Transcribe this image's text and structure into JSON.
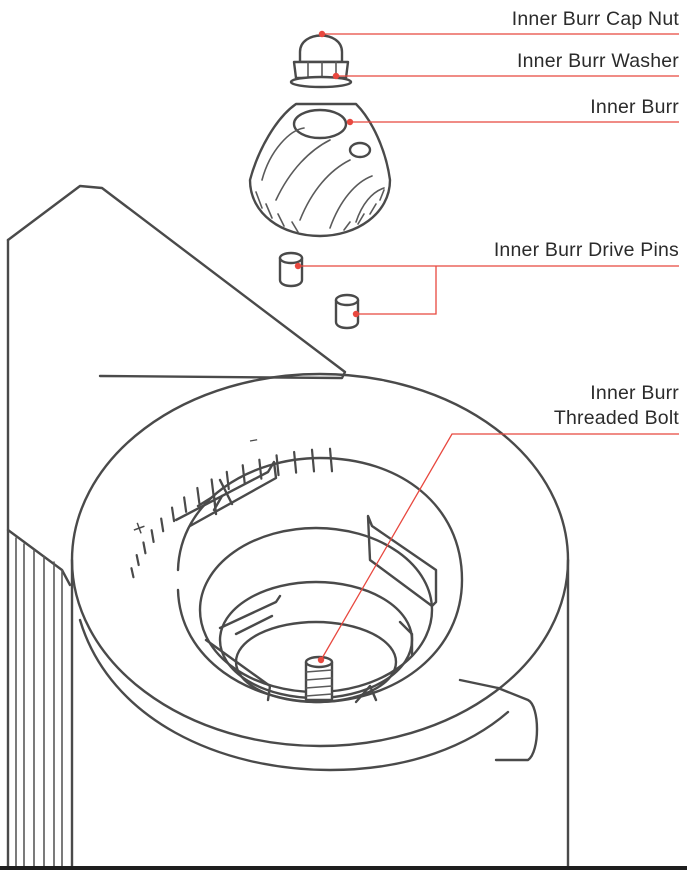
{
  "callouts": {
    "cap_nut": "Inner Burr Cap Nut",
    "washer": "Inner Burr Washer",
    "inner_burr": "Inner Burr",
    "drive_pins": "Inner Burr Drive Pins",
    "bolt_line1": "Inner Burr",
    "bolt_line2": "Threaded Bolt"
  },
  "dial": {
    "plus": "+",
    "minus": "–"
  },
  "colors": {
    "leader": "#e8483f",
    "line_art": "#4a4a4a",
    "text": "#2b2b2b"
  }
}
